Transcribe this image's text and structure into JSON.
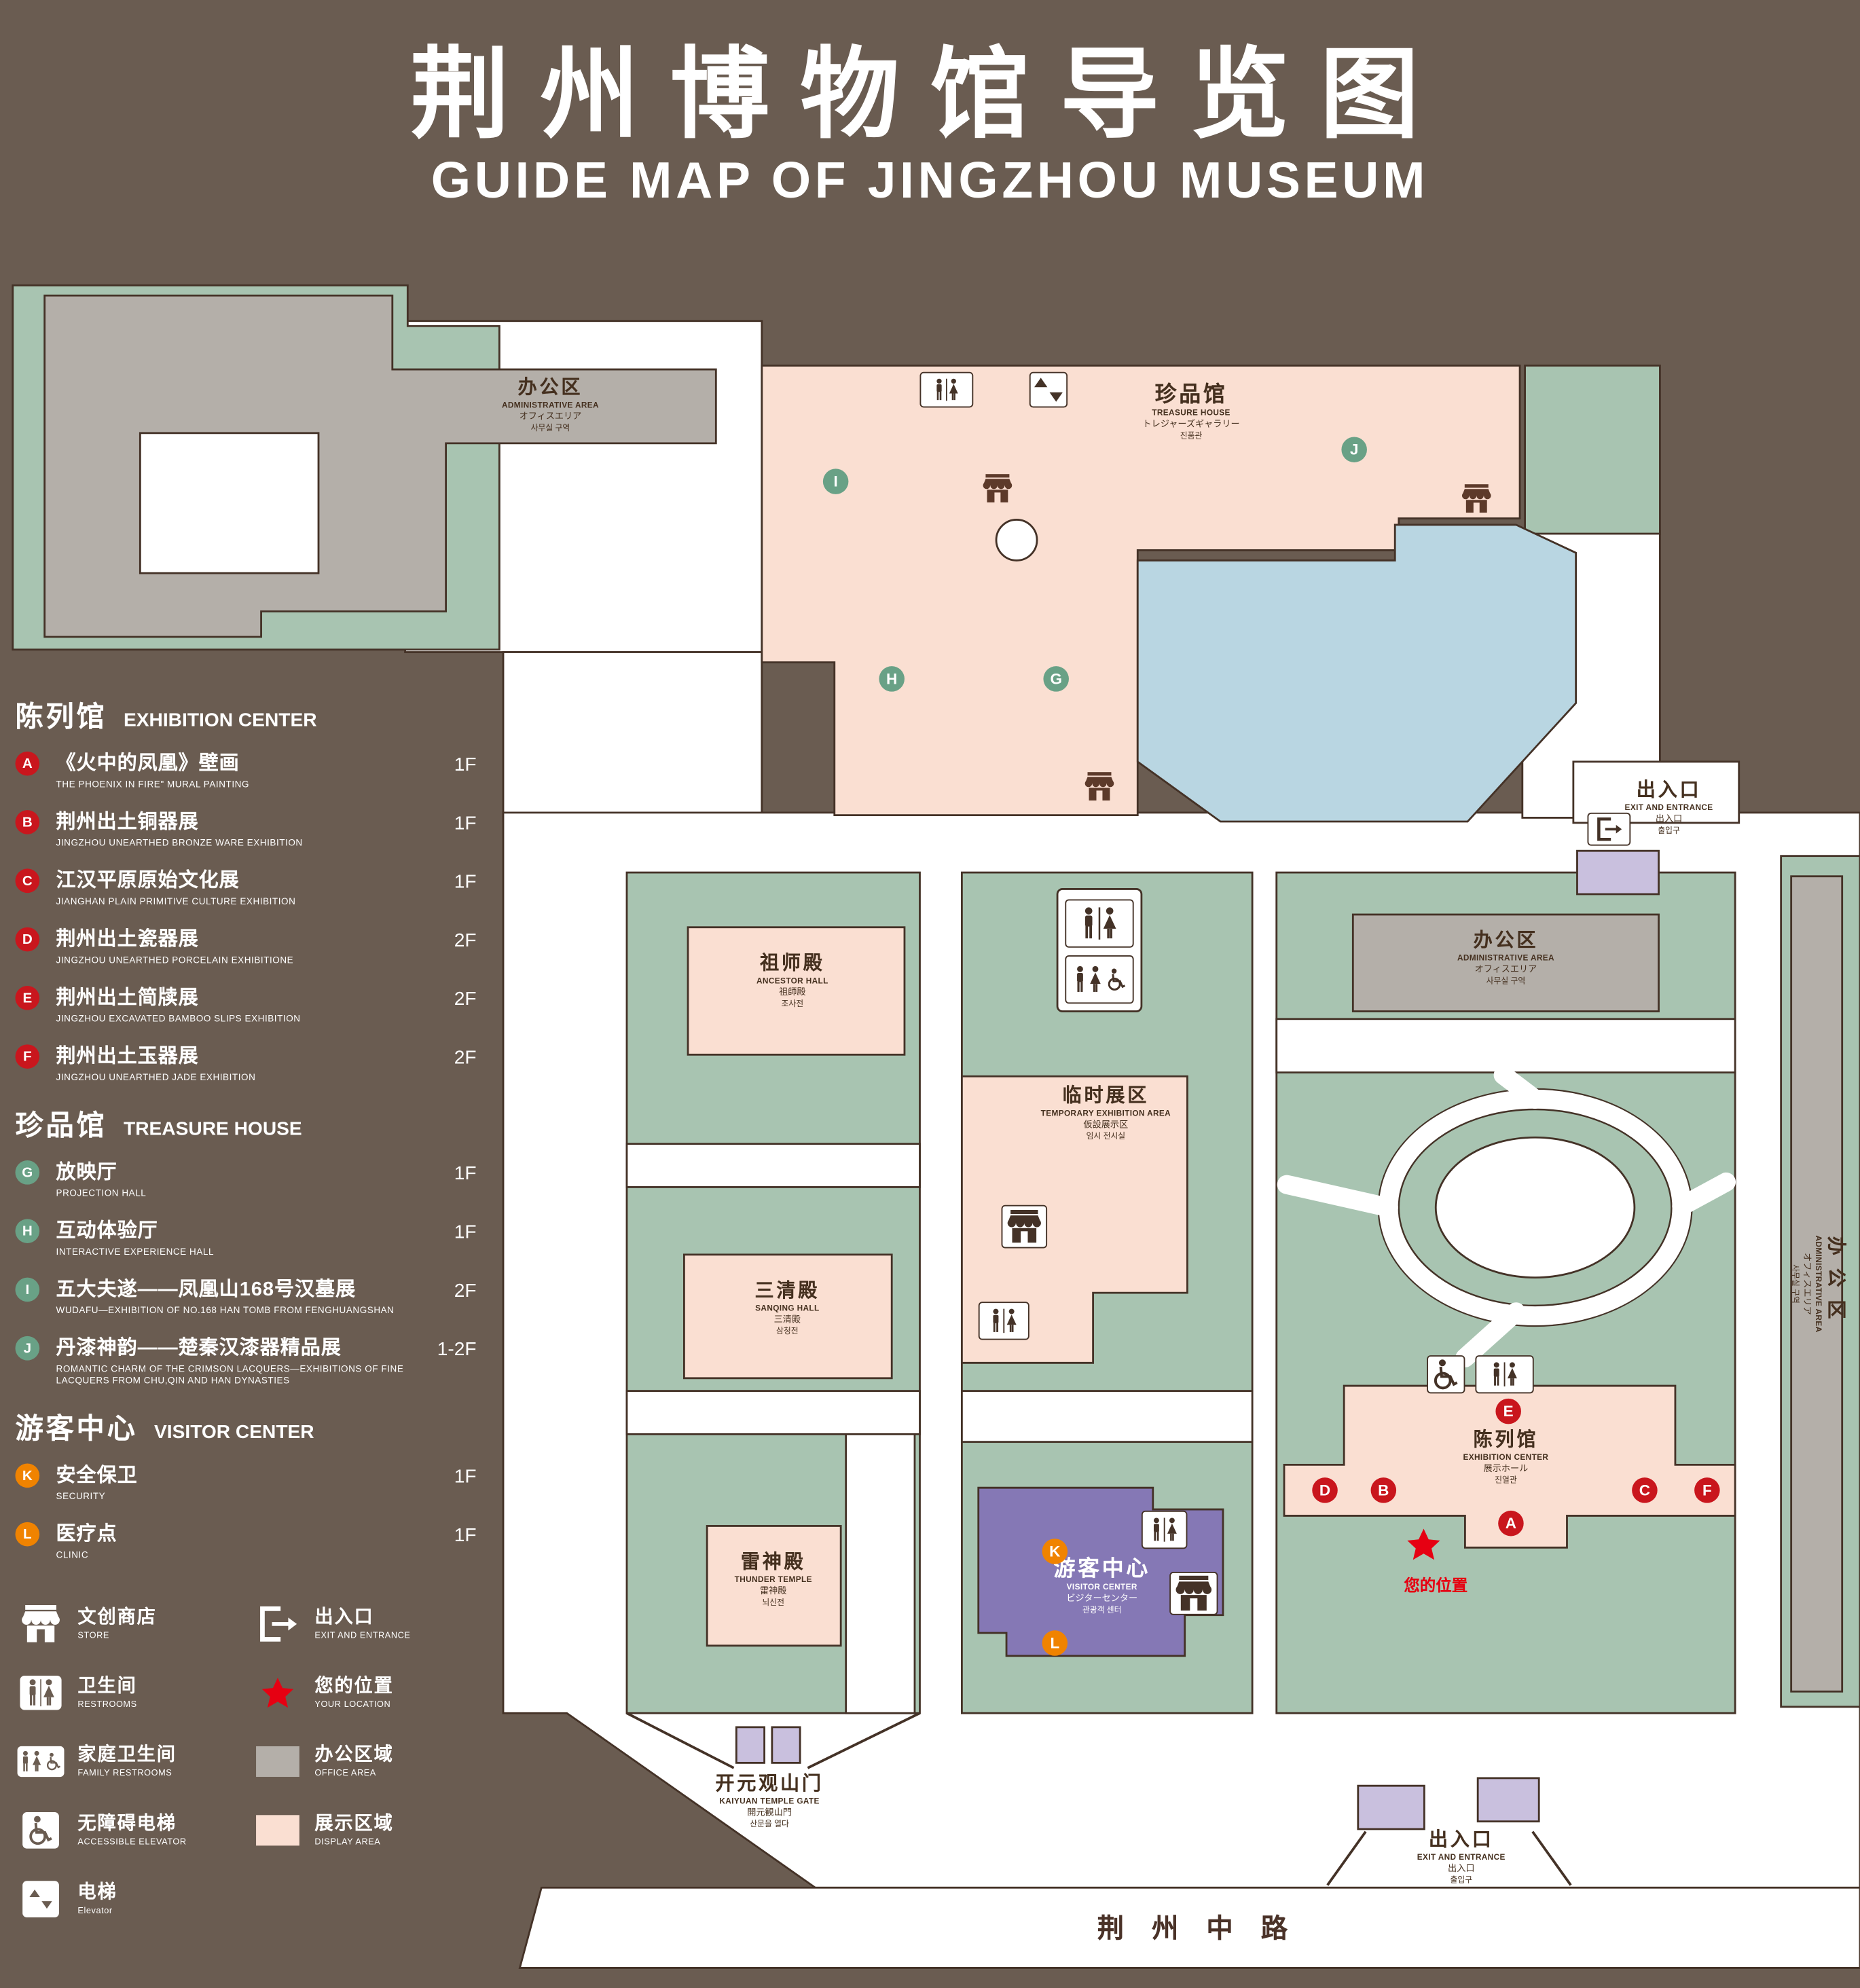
{
  "header": {
    "title": "荆州博物馆导览图",
    "subtitle": "GUIDE MAP OF JINGZHOU MUSEUM"
  },
  "sidebar": {
    "sections": [
      {
        "title_zh": "陈列馆",
        "title_en": "EXHIBITION CENTER",
        "items": [
          {
            "key": "A",
            "zh": "《火中的凤凰》壁画",
            "en": "THE PHOENIX IN FIRE\" MURAL PAINTING",
            "floor": "1F"
          },
          {
            "key": "B",
            "zh": "荆州出土铜器展",
            "en": "JINGZHOU UNEARTHED BRONZE WARE EXHIBITION",
            "floor": "1F"
          },
          {
            "key": "C",
            "zh": "江汉平原原始文化展",
            "en": "JIANGHAN PLAIN PRIMITIVE CULTURE EXHIBITION",
            "floor": "1F"
          },
          {
            "key": "D",
            "zh": "荆州出土瓷器展",
            "en": "JINGZHOU UNEARTHED PORCELAIN EXHIBITIONE",
            "floor": "2F"
          },
          {
            "key": "E",
            "zh": "荆州出土简牍展",
            "en": "JINGZHOU EXCAVATED BAMBOO SLIPS EXHIBITION",
            "floor": "2F"
          },
          {
            "key": "F",
            "zh": "荆州出土玉器展",
            "en": "JINGZHOU UNEARTHED JADE EXHIBITION",
            "floor": "2F"
          }
        ]
      },
      {
        "title_zh": "珍品馆",
        "title_en": "TREASURE HOUSE",
        "items": [
          {
            "key": "G",
            "zh": "放映厅",
            "en": "PROJECTION HALL",
            "floor": "1F"
          },
          {
            "key": "H",
            "zh": "互动体验厅",
            "en": "INTERACTIVE EXPERIENCE HALL",
            "floor": "1F"
          },
          {
            "key": "I",
            "zh": "五大夫遂——凤凰山168号汉墓展",
            "en": "WUDAFU—EXHIBITION OF NO.168 HAN TOMB FROM FENGHUANGSHAN",
            "floor": "2F"
          },
          {
            "key": "J",
            "zh": "丹漆神韵——楚秦汉漆器精品展",
            "en": "ROMANTIC CHARM OF THE CRIMSON LACQUERS—EXHIBITIONS OF FINE LACQUERS FROM CHU,QIN AND HAN DYNASTIES",
            "floor": "1-2F"
          }
        ]
      },
      {
        "title_zh": "游客中心",
        "title_en": "VISITOR CENTER",
        "items": [
          {
            "key": "K",
            "zh": "安全保卫",
            "en": "SECURITY",
            "floor": "1F"
          },
          {
            "key": "L",
            "zh": "医疗点",
            "en": "CLINIC",
            "floor": "1F"
          }
        ]
      }
    ],
    "legend_left": [
      {
        "zh": "文创商店",
        "en": "STORE"
      },
      {
        "zh": "卫生间",
        "en": "RESTROOMS"
      },
      {
        "zh": "家庭卫生间",
        "en": "FAMILY RESTROOMS"
      },
      {
        "zh": "无障碍电梯",
        "en": "ACCESSIBLE ELEVATOR"
      },
      {
        "zh": "电梯",
        "en": "Elevator"
      }
    ],
    "legend_right": [
      {
        "zh": "出入口",
        "en": "EXIT AND ENTRANCE"
      },
      {
        "zh": "您的位置",
        "en": "YOUR LOCATION"
      },
      {
        "zh": "办公区域",
        "en": "OFFICE AREA"
      },
      {
        "zh": "展示区域",
        "en": "DISPLAY AREA"
      }
    ]
  },
  "map": {
    "markers": [
      "A",
      "B",
      "C",
      "D",
      "E",
      "F",
      "G",
      "H",
      "I",
      "J",
      "K",
      "L"
    ],
    "your_location": "您的位置",
    "road": "荆 州 中 路",
    "labels": {
      "admin_top": {
        "l1": "办公区",
        "l2": "ADMINISTRATIVE AREA",
        "l3": "オフィスエリア",
        "l4": "사무실 구역"
      },
      "treasure": {
        "l1": "珍品馆",
        "l2": "TREASURE HOUSE",
        "l3": "トレジャーズギャラリー",
        "l4": "진품관"
      },
      "exit_top_right": {
        "l1": "出入口",
        "l2": "EXIT AND ENTRANCE",
        "l3": "出入口",
        "l4": "출입구"
      },
      "admin_mid": {
        "l1": "办公区",
        "l2": "ADMINISTRATIVE AREA",
        "l3": "オフィスエリア",
        "l4": "사무실 구역"
      },
      "ancestor": {
        "l1": "祖师殿",
        "l2": "ANCESTOR HALL",
        "l3": "祖師殿",
        "l4": "조사전"
      },
      "temporary": {
        "l1": "临时展区",
        "l2": "TEMPORARY EXHIBITION AREA",
        "l3": "仮設展示区",
        "l4": "임시 전시실"
      },
      "sanqing": {
        "l1": "三清殿",
        "l2": "SANQING HALL",
        "l3": "三清殿",
        "l4": "삼청전"
      },
      "thunder": {
        "l1": "雷神殿",
        "l2": "THUNDER TEMPLE",
        "l3": "雷神殿",
        "l4": "뇌신전"
      },
      "visitor": {
        "l1": "游客中心",
        "l2": "VISITOR CENTER",
        "l3": "ビジターセンター",
        "l4": "관광객 센터"
      },
      "exhibition": {
        "l1": "陈列馆",
        "l2": "EXHIBITION CENTER",
        "l3": "展示ホール",
        "l4": "진열관"
      },
      "gate": {
        "l1": "开元观山门",
        "l2": "KAIYUAN TEMPLE GATE",
        "l3": "開元観山門",
        "l4": "산문을 열다"
      },
      "exit_bottom": {
        "l1": "出入口",
        "l2": "EXIT AND ENTRANCE",
        "l3": "出入口",
        "l4": "출입구"
      },
      "admin_right": {
        "l1": "办公区",
        "l2": "ADMINISTRATIVE AREA",
        "l3": "オフィスエリア",
        "l4": "사무실 구역"
      }
    }
  },
  "colors": {
    "background": "#6a5c51",
    "lawn_green": "#a8c4b1",
    "display_area_pink": "#fadfd2",
    "office_area_gray": "#b4afa9",
    "pond_blue": "#b9d6e2",
    "visitor_center_purple": "#8578b5",
    "entrance_lavender": "#c9c0de",
    "marker_red": "#c9161d",
    "marker_green": "#69a186",
    "marker_orange": "#f08300",
    "location_red": "#e60012",
    "outline_dark": "#443227"
  }
}
